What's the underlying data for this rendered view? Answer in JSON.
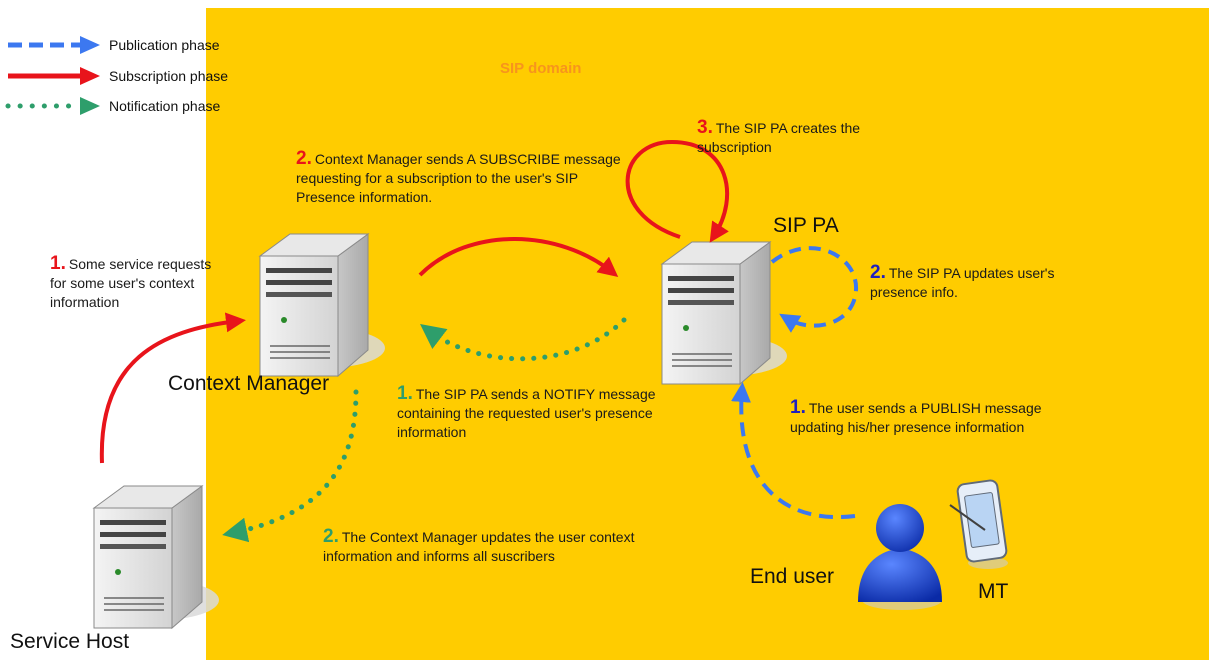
{
  "colors": {
    "domain_bg": "#FFCC00",
    "publication": "#3C78F0",
    "subscription": "#E8141B",
    "notification": "#2E9E6B",
    "domain_label": "#F7941D"
  },
  "legend": [
    {
      "label": "Publication phase",
      "style": "dashed",
      "color": "#3C78F0"
    },
    {
      "label": "Subscription phase",
      "style": "solid",
      "color": "#E8141B"
    },
    {
      "label": "Notification phase",
      "style": "dotted",
      "color": "#2E9E6B"
    }
  ],
  "domain_label": "SIP domain",
  "nodes": {
    "context_manager": "Context Manager",
    "sip_pa": "SIP PA",
    "service_host": "Service Host",
    "end_user": "End user",
    "mt": "MT"
  },
  "steps": {
    "sub_1": {
      "num": "1.",
      "text": "Some service requests for some user's context information",
      "icon": "subscription"
    },
    "sub_2": {
      "num": "2.",
      "text": "Context Manager sends A SUBSCRIBE message requesting for a subscription to the user's SIP Presence information.",
      "icon": "subscription"
    },
    "sub_3": {
      "num": "3.",
      "text": "The SIP PA creates the subscription",
      "icon": "subscription"
    },
    "pub_1": {
      "num": "1.",
      "text": "The user sends a PUBLISH message updating his/her presence information",
      "icon": "publication"
    },
    "pub_2": {
      "num": "2.",
      "text": "The SIP PA updates user's presence info.",
      "icon": "publication"
    },
    "not_1": {
      "num": "1.",
      "text": "The SIP PA sends a NOTIFY message containing the requested user's presence information",
      "icon": "notification"
    },
    "not_2": {
      "num": "2.",
      "text": "The Context Manager updates the user context information and informs all suscribers",
      "icon": "notification"
    }
  }
}
